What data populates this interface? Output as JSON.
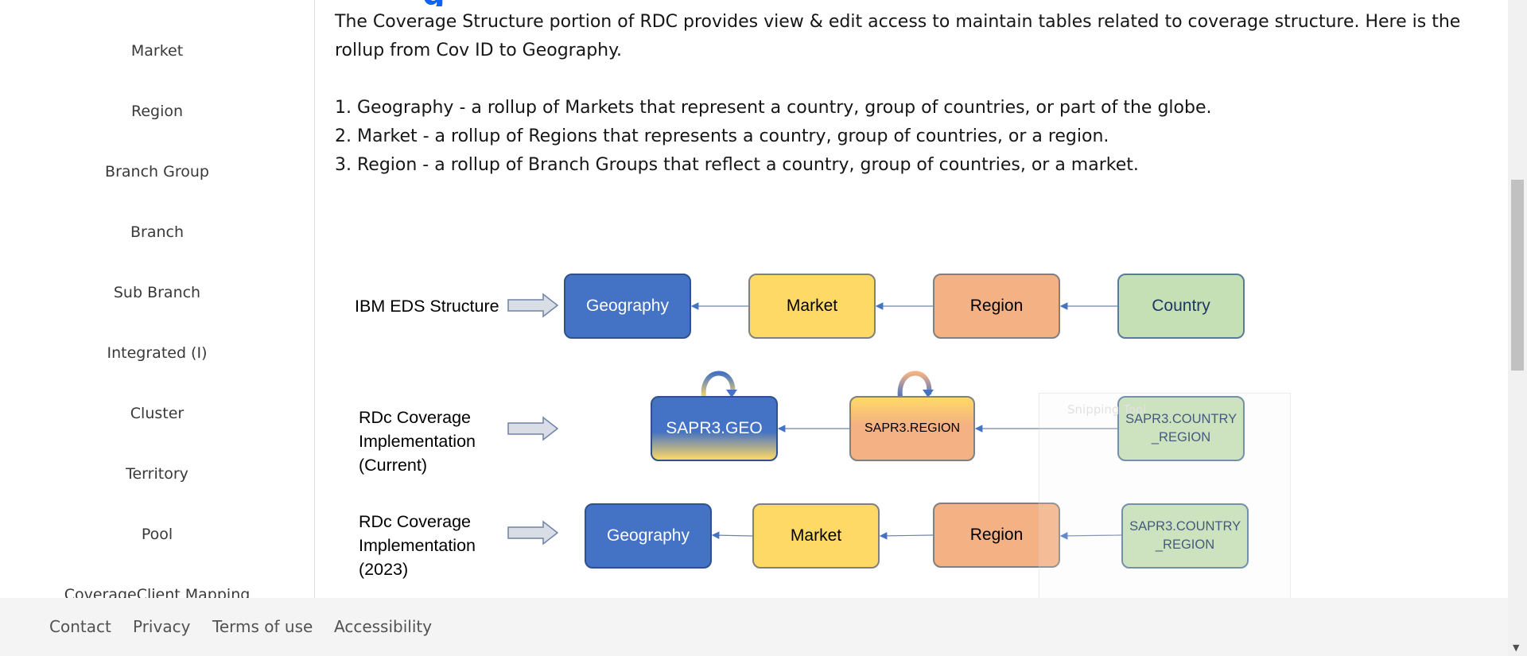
{
  "sidebar": {
    "items": [
      {
        "label": "Market"
      },
      {
        "label": "Region"
      },
      {
        "label": "Branch Group"
      },
      {
        "label": "Branch"
      },
      {
        "label": "Sub Branch"
      },
      {
        "label": "Integrated (I)"
      },
      {
        "label": "Cluster"
      },
      {
        "label": "Territory"
      },
      {
        "label": "Pool"
      },
      {
        "label": "CoverageClient Mapping"
      }
    ]
  },
  "content": {
    "heading_fragment": "g",
    "intro": "The Coverage Structure portion of RDC provides view & edit access to maintain tables related to coverage structure. Here is the rollup from Cov ID to Geography.",
    "list": [
      "1. Geography - a rollup of Markets that represent a country, group of countries, or part of the globe.",
      "2. Market - a rollup of Regions that represents a country, group of countries, or a region.",
      "3. Region - a rollup of Branch Groups that reflect a country, group of countries, or a market."
    ]
  },
  "diagram": {
    "rows": [
      {
        "label": "IBM EDS Structure",
        "nodes": [
          "Geography",
          "Market",
          "Region",
          "Country"
        ]
      },
      {
        "label": "RDc Coverage Implementation (Current)",
        "nodes": [
          "SAPR3.GEO",
          "SAPR3.REGION",
          "SAPR3.COUNTRY _REGION"
        ]
      },
      {
        "label": "RDc Coverage Implementation (2023)",
        "nodes": [
          "Geography",
          "Market",
          "Region",
          "SAPR3.COUNTRY _REGION"
        ]
      }
    ],
    "overlay_text": "Snipping Tool",
    "colors": {
      "geography": "#4472c4",
      "market": "#ffd966",
      "region": "#f4b183",
      "country": "#c5e0b4"
    }
  },
  "footer": {
    "links": [
      "Contact",
      "Privacy",
      "Terms of use",
      "Accessibility"
    ]
  }
}
